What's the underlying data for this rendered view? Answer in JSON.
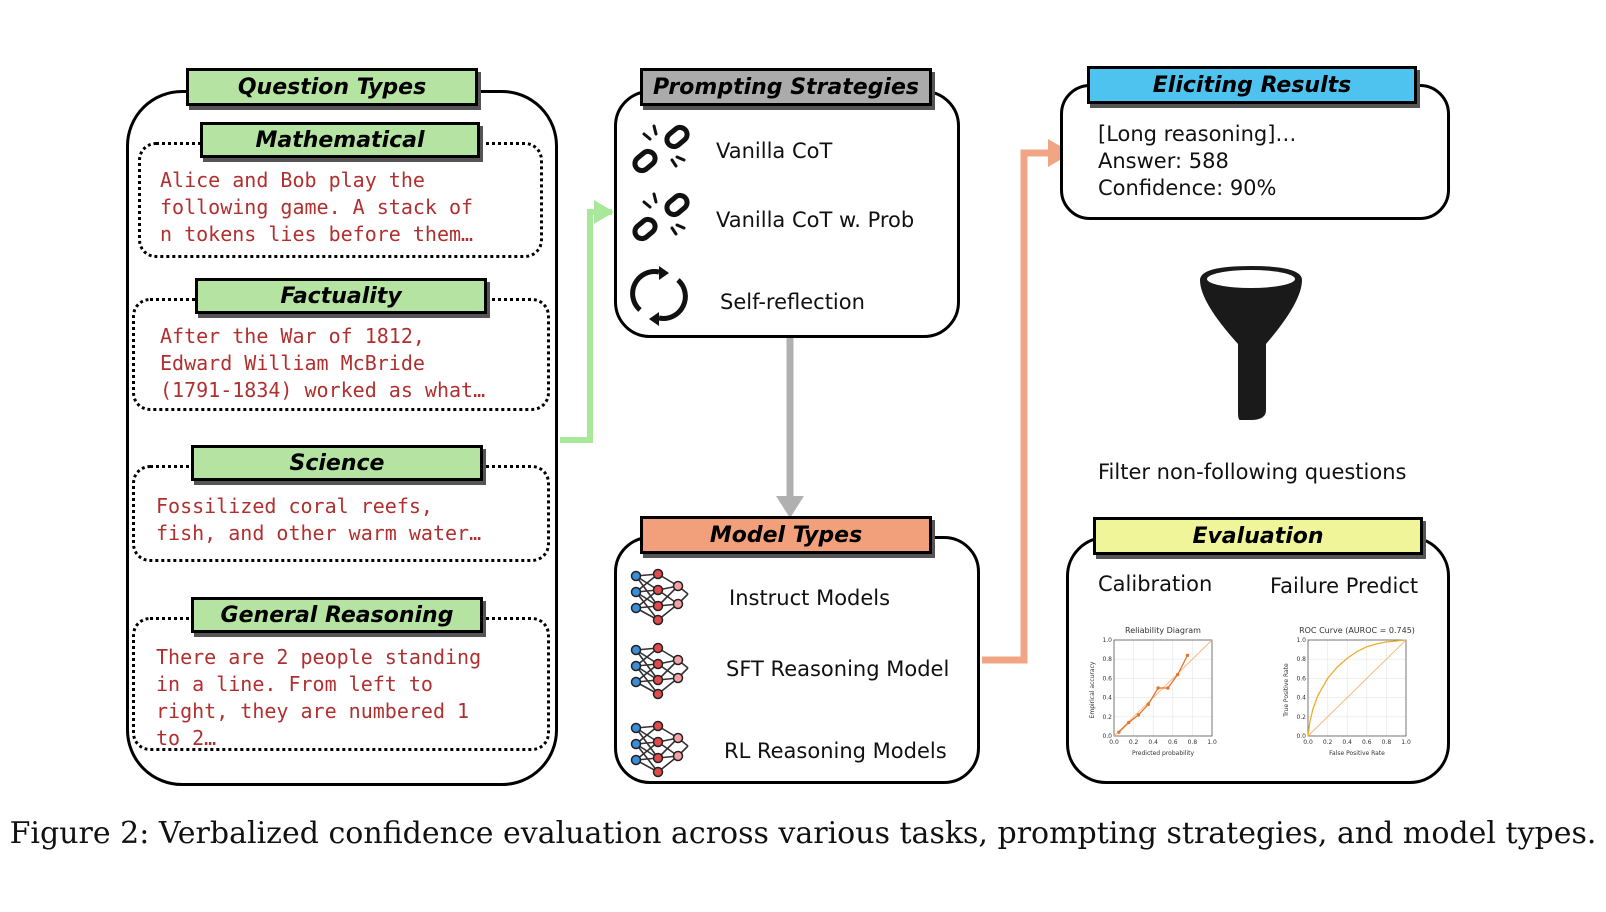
{
  "question_types": {
    "title": "Question Types",
    "items": [
      {
        "label": "Mathematical",
        "text": "Alice and Bob play the\nfollowing game. A stack of\nn tokens lies before them…"
      },
      {
        "label": "Factuality",
        "text": "After the War of 1812,\nEdward William McBride\n(1791-1834) worked as what…"
      },
      {
        "label": "Science",
        "text": "Fossilized coral reefs,\nfish, and other warm water…"
      },
      {
        "label": "General Reasoning",
        "text": "There are 2 people standing\nin a line. From left to\nright, they are numbered 1\nto 2…"
      }
    ]
  },
  "prompting": {
    "title": "Prompting Strategies",
    "items": [
      {
        "label": "Vanilla CoT",
        "icon": "broken-chain-icon"
      },
      {
        "label": "Vanilla CoT w. Prob",
        "icon": "broken-chain-icon"
      },
      {
        "label": "Self-reflection",
        "icon": "refresh-cycle-icon"
      }
    ]
  },
  "models": {
    "title": "Model Types",
    "items": [
      {
        "label": "Instruct Models",
        "icon": "neural-network-icon"
      },
      {
        "label": "SFT Reasoning Model",
        "icon": "neural-network-icon"
      },
      {
        "label": "RL Reasoning Models",
        "icon": "neural-network-icon"
      }
    ]
  },
  "eliciting": {
    "title": "Eliciting Results",
    "text": "[Long reasoning]…\nAnswer: 588\nConfidence: 90%"
  },
  "filter": {
    "label": "Filter non-following questions",
    "icon": "funnel-icon"
  },
  "evaluation": {
    "title": "Evaluation",
    "calibration_label": "Calibration",
    "failure_label": "Failure Predict",
    "reliability": {
      "title": "Reliability Diagram",
      "xlabel": "Predicted probability",
      "ylabel": "Empirical accuracy",
      "ticks": [
        "0.0",
        "0.2",
        "0.4",
        "0.6",
        "0.8",
        "1.0"
      ]
    },
    "roc": {
      "title": "ROC Curve (AUROC = 0.745)",
      "xlabel": "False Positive Rate",
      "ylabel": "True Positive Rate",
      "ticks": [
        "0.0",
        "0.2",
        "0.4",
        "0.6",
        "0.8",
        "1.0"
      ]
    }
  },
  "chart_data": [
    {
      "type": "line",
      "title": "Reliability Diagram",
      "xlabel": "Predicted probability",
      "ylabel": "Empirical accuracy",
      "xlim": [
        0,
        1
      ],
      "ylim": [
        0,
        1
      ],
      "series": [
        {
          "x": [
            0.05,
            0.15,
            0.25,
            0.35,
            0.45,
            0.55,
            0.65,
            0.75
          ],
          "values": [
            0.04,
            0.14,
            0.22,
            0.33,
            0.5,
            0.5,
            0.64,
            0.84
          ]
        }
      ]
    },
    {
      "type": "line",
      "title": "ROC Curve (AUROC = 0.745)",
      "xlabel": "False Positive Rate",
      "ylabel": "True Positive Rate",
      "xlim": [
        0,
        1
      ],
      "ylim": [
        0,
        1
      ],
      "series": [
        {
          "x": [
            0,
            0.02,
            0.05,
            0.1,
            0.2,
            0.3,
            0.4,
            0.5,
            0.6,
            0.7,
            0.8,
            0.9,
            1.0
          ],
          "values": [
            0,
            0.15,
            0.28,
            0.42,
            0.6,
            0.72,
            0.81,
            0.88,
            0.93,
            0.96,
            0.98,
            0.99,
            1.0
          ]
        }
      ]
    }
  ],
  "caption": "Figure 2: Verbalized confidence evaluation across various tasks, prompting strategies, and model types.",
  "colors": {
    "green": "#b5e3a1",
    "gray": "#ababab",
    "blue": "#4fc3f0",
    "orange": "#f2a07b",
    "yellow": "#f1f59a",
    "text_red": "#b03030",
    "arrow_green": "#a8e89a",
    "arrow_gray": "#b0b0b0",
    "arrow_orange": "#f0a685"
  }
}
